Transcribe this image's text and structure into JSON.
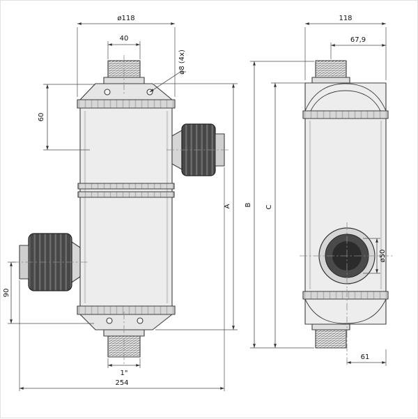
{
  "drawing": {
    "type": "technical-drawing",
    "subject": "tubular heat exchanger, two orthographic views with dimensions",
    "front_view": {
      "dim_top_flange_diameter": "ø118",
      "dim_top_port_width": "40",
      "dim_bolt_holes": "ø8 (4x)",
      "dim_top_to_port_offset": "60",
      "dim_port_to_bottom_offset": "90",
      "dim_overall_height": "A",
      "dim_bottom_thread": "1\"",
      "dim_overall_width": "254"
    },
    "side_view": {
      "dim_body_width": "118",
      "dim_top_port_offset": "67,9",
      "dim_total_height": "B",
      "dim_body_height": "C",
      "dim_side_port_diameter": "ø50",
      "dim_port_center_offset": "61"
    },
    "colors": {
      "line": "#3c3c3c",
      "body_fill": "#ededed",
      "flange_fill": "#d7d7d7",
      "coupling_nut_fill": "#474747",
      "port_bore_fill": "#2b2b2b",
      "dimension_line": "#4a4a4a"
    }
  }
}
